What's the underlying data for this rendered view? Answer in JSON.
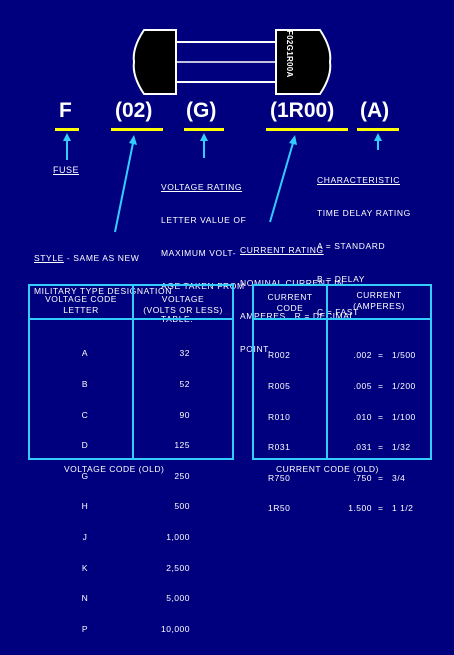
{
  "fuse_body_text": "F02G1R00A",
  "codes": [
    "F",
    "(02)",
    "(G)",
    "(1R00)",
    "(A)"
  ],
  "fuse_label": "FUSE",
  "voltage_rating": {
    "heading": "VOLTAGE RATING",
    "lines": [
      "LETTER VALUE OF",
      "MAXIMUM VOLT-",
      "AGE TAKEN FROM",
      "TABLE."
    ]
  },
  "characteristic": {
    "heading": "CHARACTERISTIC",
    "lines": [
      "TIME DELAY RATING",
      "A = STANDARD",
      "B = DELAY",
      "C = FAST"
    ]
  },
  "style": {
    "heading": "STYLE",
    "rest": " - SAME AS NEW",
    "line2": "MILITARY TYPE DESIGNATION"
  },
  "current_rating": {
    "heading": "CURRENT RATING",
    "lines": [
      "NOMINAL CURRENT IN",
      "AMPERES.  R = DECIMAL",
      "POINT."
    ]
  },
  "voltage_table": {
    "header_left": "VOLTAGE CODE\nLETTER",
    "header_right": "VOLTAGE\n(VOLTS OR LESS)",
    "letters": [
      "A",
      "B",
      "C",
      "D",
      "G",
      "H",
      "J",
      "K",
      "N",
      "P"
    ],
    "voltages": [
      "32",
      "52",
      "90",
      "125",
      "250",
      "500",
      "1,000",
      "2,500",
      "5,000",
      "10,000"
    ],
    "caption": "VOLTAGE CODE (OLD)"
  },
  "current_table": {
    "header_left": "CURRENT\nCODE",
    "header_right": "CURRENT\n(AMPERES)",
    "codes": [
      "R002",
      "R005",
      "R010",
      "R031",
      "R750",
      "1R50"
    ],
    "decimals": [
      ".002",
      "  .005",
      "  .010",
      "  .031",
      "  .750",
      "1.500"
    ],
    "equals": [
      "=",
      "=",
      "=",
      "=",
      "=",
      "="
    ],
    "fractions": [
      "1/500",
      "1/200",
      "1/100",
      "1/32",
      "3/4",
      "1 1/2"
    ],
    "caption": "CURRENT CODE (OLD)"
  },
  "colors": {
    "background": "#00007f",
    "underline": "#ffff00",
    "arrow": "#33ccff",
    "table_border": "#33ccff"
  }
}
